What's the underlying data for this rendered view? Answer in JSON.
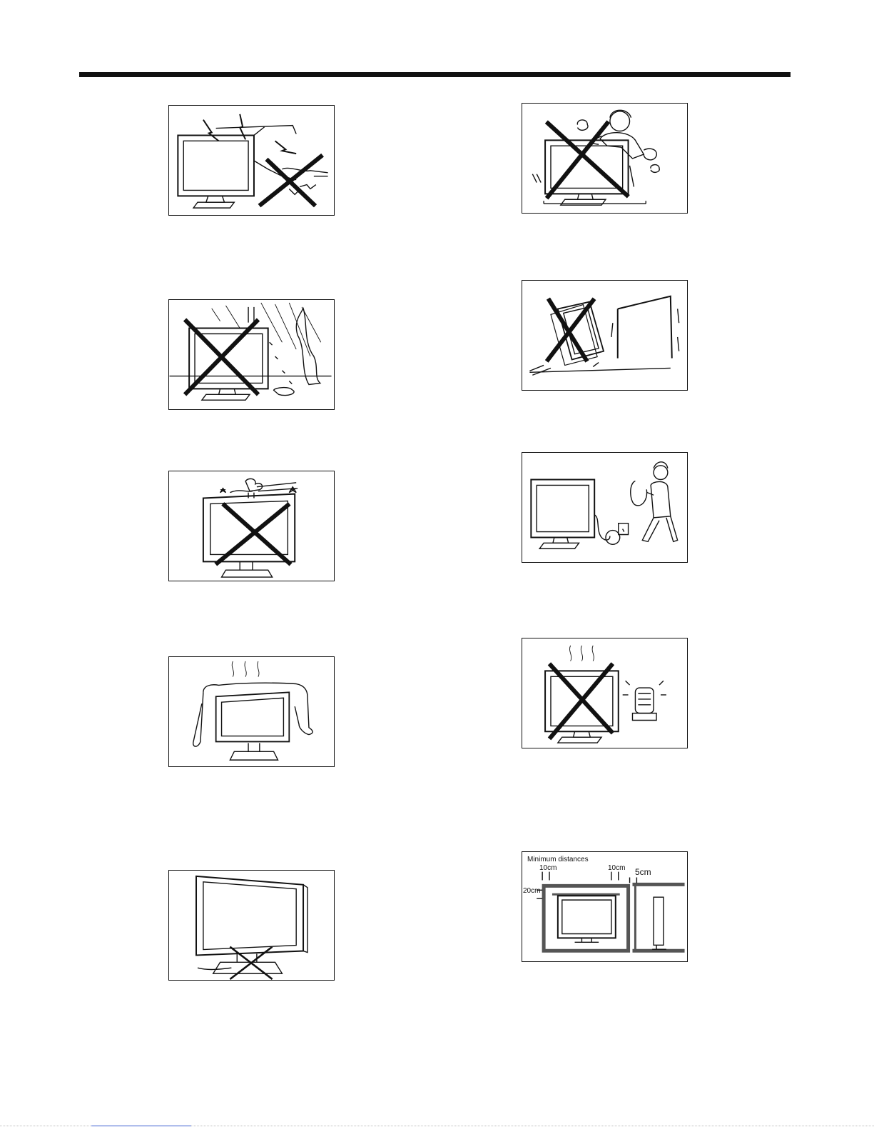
{
  "panels": {
    "p10": {
      "minimum_distances_label": "Minimum distances",
      "d_top_left": "10cm",
      "d_top_right": "10cm",
      "d_side": "5cm",
      "d_left": "20cm"
    }
  }
}
